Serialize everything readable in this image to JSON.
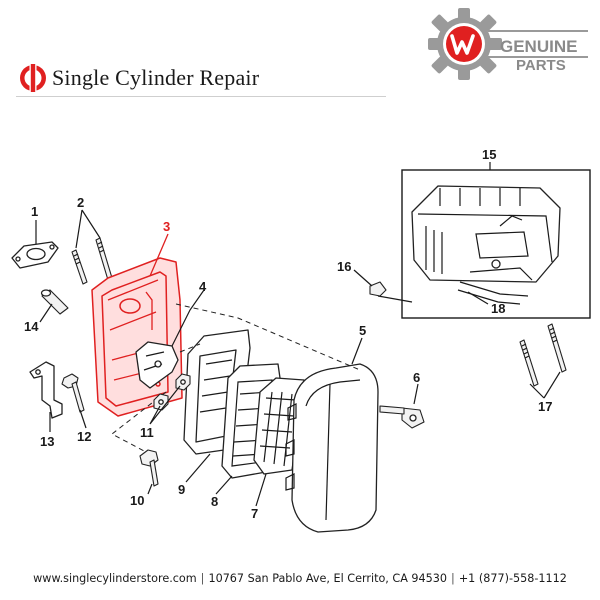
{
  "brand": {
    "name": "Single Cylinder Repair"
  },
  "badge": {
    "line1": "GENUINE",
    "line2": "PARTS"
  },
  "callouts": [
    "1",
    "2",
    "3",
    "4",
    "5",
    "6",
    "7",
    "8",
    "9",
    "10",
    "11",
    "12",
    "13",
    "14",
    "15",
    "16",
    "17",
    "18"
  ],
  "highlight": {
    "part": "3",
    "color": "#e02020"
  },
  "footer": {
    "website": "www.singlecylinderstore.com",
    "address": "10767 San Pablo Ave, El Cerrito, CA 94530",
    "phone": "+1 (877)-558-1112"
  }
}
